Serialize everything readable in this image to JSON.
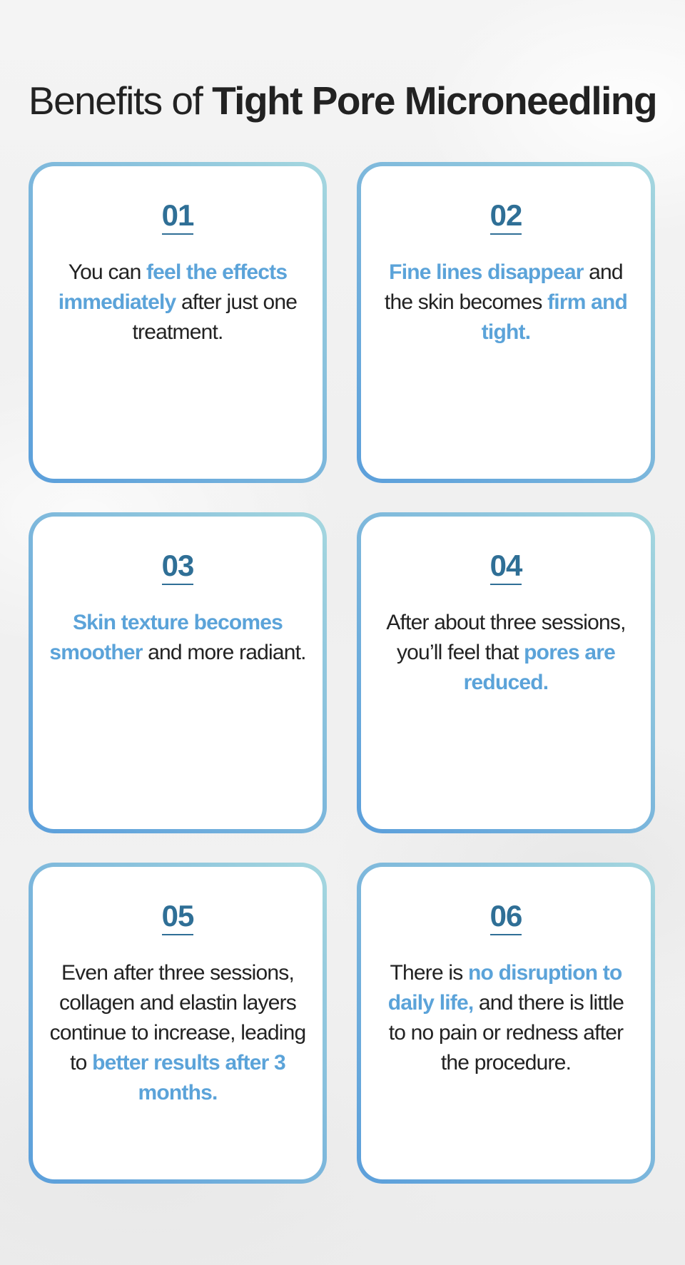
{
  "title": {
    "light": "Benefits of ",
    "bold": "Tight Pore Microneedling"
  },
  "cards": [
    {
      "number": "01",
      "segments": [
        {
          "text": "You can ",
          "highlight": false
        },
        {
          "text": "feel the effects immediately",
          "highlight": true
        },
        {
          "text": " after just one treatment.",
          "highlight": false
        }
      ]
    },
    {
      "number": "02",
      "segments": [
        {
          "text": "Fine lines disappear",
          "highlight": true
        },
        {
          "text": " and the skin becomes ",
          "highlight": false
        },
        {
          "text": "firm and tight.",
          "highlight": true
        }
      ]
    },
    {
      "number": "03",
      "segments": [
        {
          "text": "Skin texture becomes smoother",
          "highlight": true
        },
        {
          "text": " and more radiant.",
          "highlight": false
        }
      ]
    },
    {
      "number": "04",
      "segments": [
        {
          "text": "After about three sessions, you’ll feel that ",
          "highlight": false
        },
        {
          "text": "pores are reduced.",
          "highlight": true
        }
      ]
    },
    {
      "number": "05",
      "segments": [
        {
          "text": "Even after three sessions, collagen and elastin layers continue to increase, leading to ",
          "highlight": false
        },
        {
          "text": "better results after 3 months.",
          "highlight": true
        }
      ]
    },
    {
      "number": "06",
      "segments": [
        {
          "text": "There is ",
          "highlight": false
        },
        {
          "text": "no disruption to daily life,",
          "highlight": true
        },
        {
          "text": " and there is little to no pain or redness after the procedure.",
          "highlight": false
        }
      ]
    }
  ],
  "colors": {
    "highlight": "#5ba3d9",
    "number": "#2f6f96",
    "border_start": "#5b9fdb",
    "border_end": "#a5d7df"
  }
}
